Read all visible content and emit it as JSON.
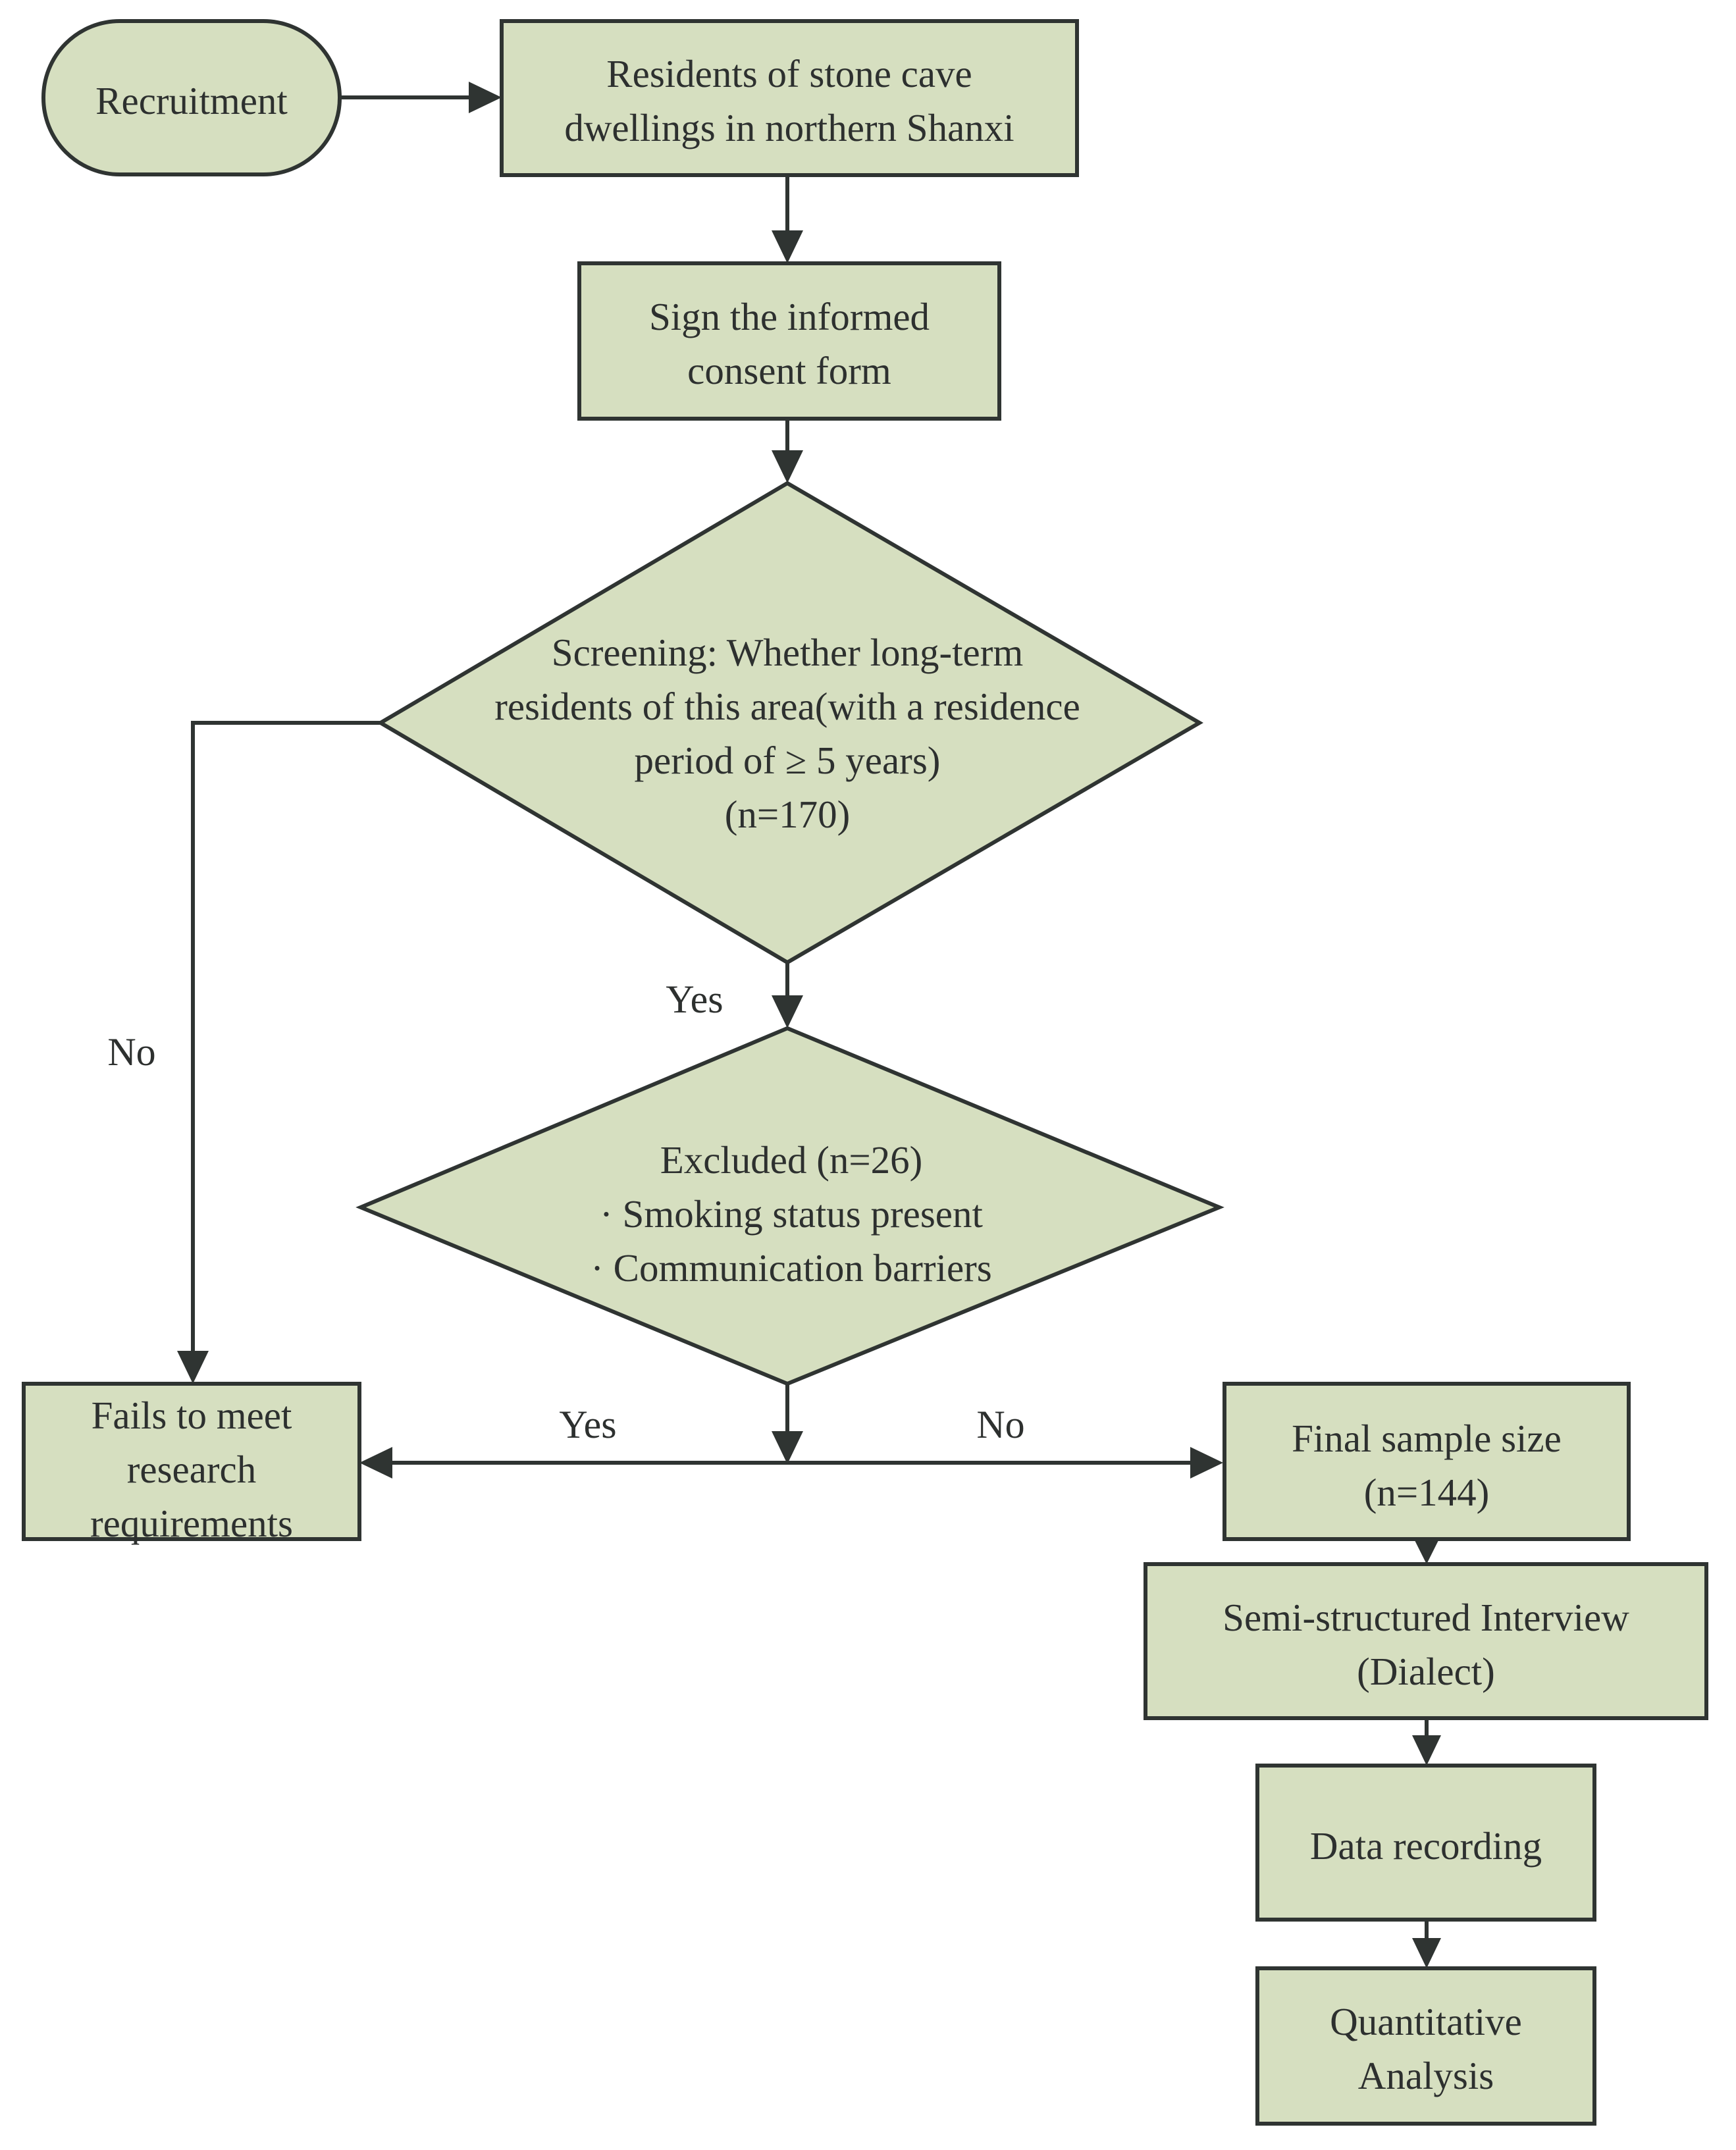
{
  "colors": {
    "node_fill": "#d6dfc0",
    "stroke": "#2f3432",
    "text": "#2d302f"
  },
  "nodes": {
    "recruitment": {
      "lines": [
        "Recruitment"
      ]
    },
    "residents": {
      "lines": [
        "Residents of stone cave",
        "dwellings in northern Shanxi"
      ]
    },
    "consent": {
      "lines": [
        "Sign the informed",
        "consent form"
      ]
    },
    "screening": {
      "lines": [
        "Screening: Whether long-term",
        "residents of this area(with a residence",
        "period of ≥ 5 years)",
        "(n=170)"
      ]
    },
    "excluded": {
      "lines": [
        "Excluded (n=26)",
        "· Smoking status present",
        "· Communication barriers"
      ]
    },
    "fails": {
      "lines": [
        "Fails to meet",
        "research",
        "requirements"
      ]
    },
    "final_sample": {
      "lines": [
        "Final sample size",
        "(n=144)"
      ]
    },
    "interview": {
      "lines": [
        "Semi-structured Interview",
        "(Dialect)"
      ]
    },
    "data_recording": {
      "lines": [
        "Data recording"
      ]
    },
    "analysis": {
      "lines": [
        "Quantitative",
        "Analysis"
      ]
    }
  },
  "edge_labels": {
    "screening_yes": "Yes",
    "screening_no": "No",
    "excluded_yes": "Yes",
    "excluded_no": "No"
  }
}
